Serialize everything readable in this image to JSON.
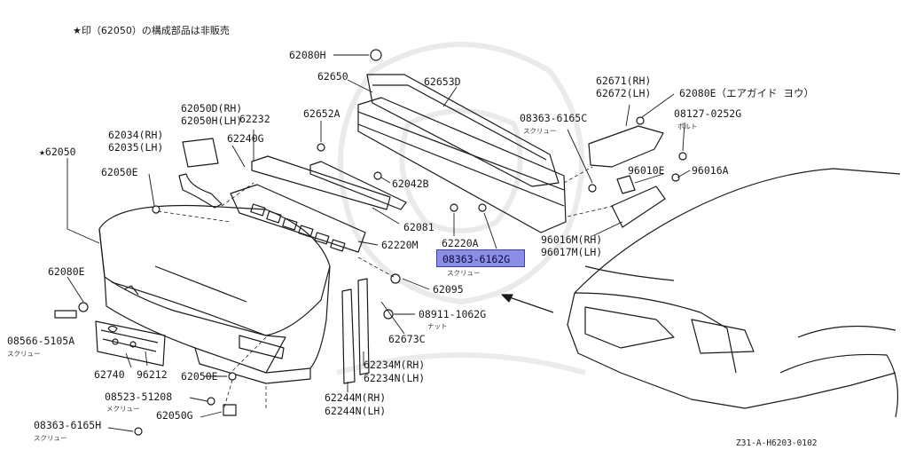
{
  "note": "★印（62050）の構成部品は非販売",
  "diagram_code": "Z31-A-H6203-0102",
  "highlight": {
    "part": "08363-6162G",
    "sub": "スクリュー"
  },
  "labels": {
    "p62080H": "62080H",
    "p62650": "62650",
    "p62653D": "62653D",
    "p62671": "62671(RH)",
    "p62672": "62672(LH)",
    "p62080E_top": "62080E（エアガイド ヨウ）",
    "p62050D": "62050D(RH)",
    "p62050H": "62050H(LH)",
    "p62232": "62232",
    "p62652A": "62652A",
    "p08363_6165C": "08363-6165C",
    "p08363_6165C_sub": "スクリュー",
    "p08127": "08127-0252G",
    "p08127_sub": "ボルト",
    "p62034": "62034(RH)",
    "p62035": "62035(LH)",
    "p62240G": "62240G",
    "p62050_star": "★62050",
    "p62050E_a": "62050E",
    "p62042B": "62042B",
    "p96010E": "96010E",
    "p96016A": "96016A",
    "p62081": "62081",
    "p62220M": "62220M",
    "p62220A": "62220A",
    "p96016M": "96016M(RH)",
    "p96017M": "96017M(LH)",
    "p62080E_left": "62080E",
    "p62095": "62095",
    "p08911": "08911-1062G",
    "p08911_sub": "ナット",
    "p08566": "08566-5105A",
    "p08566_sub": "スクリュー",
    "p62673C": "62673C",
    "p62740": "62740",
    "p96212": "96212",
    "p62050E_b": "62050E",
    "p62234M": "62234M(RH)",
    "p62234N": "62234N(LH)",
    "p08523": "08523-51208",
    "p08523_sub": "メクリュー",
    "p62244M": "62244M(RH)",
    "p62244N": "62244N(LH)",
    "p62050G": "62050G",
    "p08363_6165H": "08363-6165H",
    "p08363_6165H_sub": "スクリュー"
  }
}
